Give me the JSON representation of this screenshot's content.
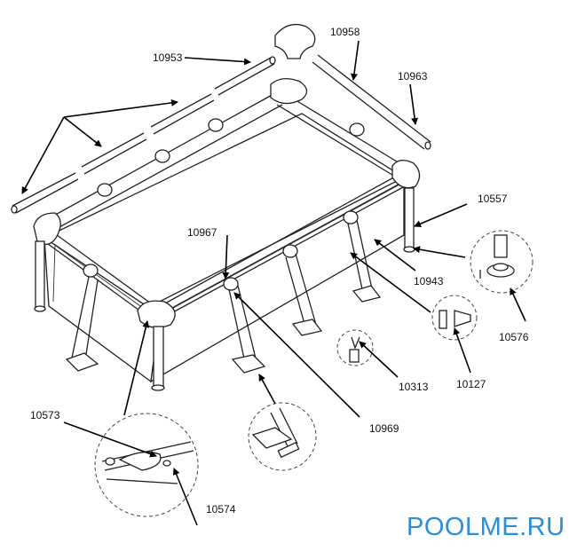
{
  "parts": {
    "p10953": "10953",
    "p10958": "10958",
    "p10963": "10963",
    "p10557": "10557",
    "p10967": "10967",
    "p10943": "10943",
    "p10576": "10576",
    "p10313": "10313",
    "p10127": "10127",
    "p10573": "10573",
    "p10969": "10969",
    "p10574": "10574"
  },
  "watermark": "POOLME.RU",
  "colors": {
    "watermark": "#2a8fd6",
    "ink": "#222222"
  }
}
